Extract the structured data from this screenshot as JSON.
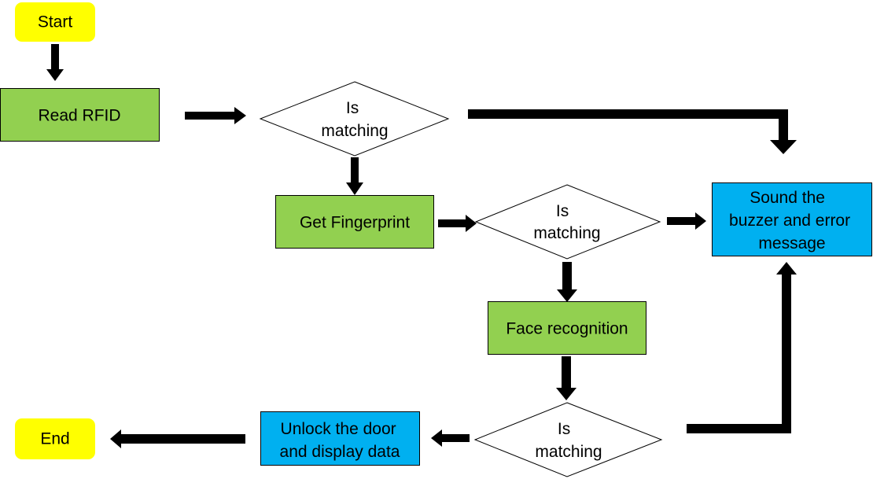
{
  "colors": {
    "terminal": "#ffff00",
    "process": "#92d050",
    "output": "#00b0f0",
    "decision": "#ffffff",
    "stroke": "#000000"
  },
  "nodes": {
    "start": {
      "label": "Start"
    },
    "read_rfid": {
      "label": "Read RFID"
    },
    "decision_1": {
      "lines": [
        "Is",
        "matching"
      ]
    },
    "get_fingerprint": {
      "label": "Get Fingerprint"
    },
    "decision_2": {
      "lines": [
        "Is",
        "matching"
      ]
    },
    "face_recognition": {
      "label": "Face recognition"
    },
    "decision_3": {
      "lines": [
        "Is",
        "matching"
      ]
    },
    "error": {
      "lines": [
        "Sound the",
        "buzzer and error",
        "message"
      ]
    },
    "unlock": {
      "lines": [
        "Unlock the door",
        "and display data"
      ]
    },
    "end": {
      "label": "End"
    }
  }
}
